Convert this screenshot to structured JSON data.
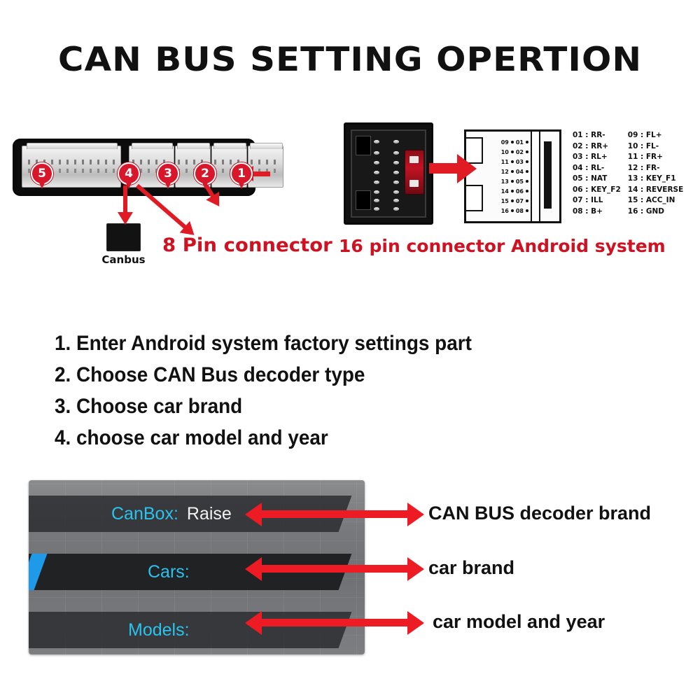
{
  "page": {
    "title": "CAN BUS SETTING OPERTION"
  },
  "diagram_left": {
    "badges": [
      "5",
      "4",
      "3",
      "2",
      "1"
    ],
    "canbus_module_label": "Canbus",
    "connector_caption": "8 Pin connector"
  },
  "diagram_right": {
    "caption": "16 pin connector Android system",
    "schematic_rows": [
      {
        "left": "09",
        "right": "01"
      },
      {
        "left": "10",
        "right": "02"
      },
      {
        "left": "11",
        "right": "03"
      },
      {
        "left": "12",
        "right": "04"
      },
      {
        "left": "13",
        "right": "05"
      },
      {
        "left": "14",
        "right": "06"
      },
      {
        "left": "15",
        "right": "07"
      },
      {
        "left": "16",
        "right": "08"
      }
    ],
    "legend_col1": [
      "01 : RR-",
      "02 : RR+",
      "03 : RL+",
      "04 : RL-",
      "05 : NAT",
      "06 : KEY_F2",
      "07 : ILL",
      "08 : B+"
    ],
    "legend_col2": [
      "09 : FL+",
      "10 : FL-",
      "11 : FR+",
      "12 : FR-",
      "13 : KEY_F1",
      "14 : REVERSE",
      "15 : ACC_IN",
      "16 : GND"
    ]
  },
  "steps": [
    "1. Enter Android system factory settings part",
    "2. Choose CAN Bus decoder type",
    "3. Choose car brand",
    "4. choose car model and year"
  ],
  "android_panel": {
    "rows": [
      {
        "key": "CanBox:",
        "value": "Raise",
        "selected": false
      },
      {
        "key": "Cars:",
        "value": "",
        "selected": true
      },
      {
        "key": "Models:",
        "value": "",
        "selected": false
      }
    ]
  },
  "annotations": [
    "CAN BUS decoder brand",
    "car brand",
    "car model and year"
  ],
  "colors": {
    "red": "#ed1c24",
    "dark_red": "#cf1222",
    "cyan": "#29c3ee",
    "accent_blue": "#1e9ae8",
    "text": "#111111",
    "panel_bg": "#77797c"
  }
}
